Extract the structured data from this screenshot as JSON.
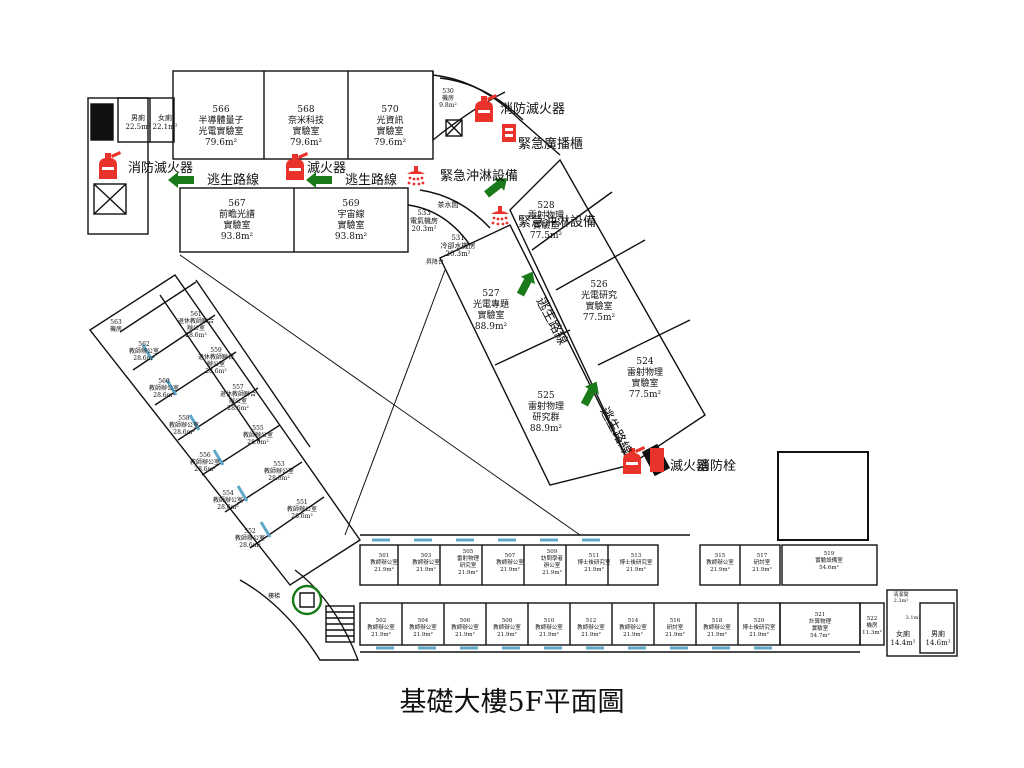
{
  "title": "基礎大樓5F平面圖",
  "colors": {
    "walls": "#111111",
    "safety_red": "#e8322a",
    "arrow_green": "#1a7a1a",
    "window_blue": "#5fa8c8"
  },
  "legend_labels": {
    "extinguisher_1": "消防滅火器",
    "fire_cabinet": "緊急廣播櫃",
    "extinguisher_2": "消防滅火器",
    "escape_1": "逃生路線",
    "extinguisher_3": "滅火器",
    "escape_2": "逃生路線",
    "shower_1": "緊急沖淋設備",
    "shower_2": "緊急沖淋設備",
    "escape_3": "逃生路線",
    "escape_4": "逃生路線",
    "hydrant": "消防栓",
    "extinguisher_4": "滅火器"
  },
  "misc_labels": {
    "water_room": "茶水間",
    "lift": "昇降台",
    "stairs": "樓梯"
  },
  "rooms": {
    "r566": [
      "566",
      "半導體量子",
      "光電實驗室",
      "79.6m²"
    ],
    "r568": [
      "568",
      "奈米科技",
      "實驗室",
      "79.6m²"
    ],
    "r570": [
      "570",
      "光資訊",
      "實驗室",
      "79.6m²"
    ],
    "r530": [
      "530",
      "機房",
      "9.8m²"
    ],
    "r567": [
      "567",
      "前瞻光譜",
      "實驗室",
      "93.8m²"
    ],
    "r569": [
      "569",
      "宇宙線",
      "實驗室",
      "93.8m²"
    ],
    "r533": [
      "533",
      "電氣機房",
      "20.3m²"
    ],
    "r531": [
      "531",
      "冷卻水機房",
      "20.3m²"
    ],
    "r528": [
      "528",
      "雷射物理",
      "實驗室",
      "77.5m²"
    ],
    "r527": [
      "527",
      "光電專題",
      "實驗室",
      "88.9m²"
    ],
    "r526": [
      "526",
      "光電研究",
      "實驗室",
      "77.5m²"
    ],
    "r525": [
      "525",
      "雷射物理",
      "研究群",
      "88.9m²"
    ],
    "r524": [
      "524",
      "雷射物理",
      "實驗室",
      "77.5m²"
    ],
    "men_wc": [
      "男廁",
      "22.5m²"
    ],
    "women_wc": [
      "女廁",
      "22.1m²"
    ],
    "r563": [
      "563",
      "機房"
    ],
    "r561": [
      "561",
      "退休教師聯合",
      "辦公室",
      "28.6m²"
    ],
    "r562": [
      "562",
      "教師辦公室",
      "28.6m²"
    ],
    "r559": [
      "559",
      "退休教師聯合",
      "辦公室",
      "28.6m²"
    ],
    "r560": [
      "560",
      "教師辦公室",
      "28.6m²"
    ],
    "r557": [
      "557",
      "退休教師聯合",
      "辦公室",
      "28.6m²"
    ],
    "r558": [
      "558",
      "教師辦公室",
      "28.6m²"
    ],
    "r555": [
      "555",
      "教師辦公室",
      "28.6m²"
    ],
    "r556": [
      "556",
      "教師辦公室",
      "28.6m²"
    ],
    "r553": [
      "553",
      "教師辦公室",
      "28.6m²"
    ],
    "r554": [
      "554",
      "教師辦公室",
      "28.6m²"
    ],
    "r551": [
      "551",
      "教師辦公室",
      "28.6m²"
    ],
    "r552": [
      "552",
      "教師辦公室",
      "28.6m²"
    ],
    "r501": [
      "501",
      "教師辦公室",
      "21.9m²"
    ],
    "r503": [
      "503",
      "教師辦公室",
      "21.9m²"
    ],
    "r505": [
      "505",
      "雷射物理",
      "研究室",
      "21.9m²"
    ],
    "r507": [
      "507",
      "教師辦公室",
      "21.9m²"
    ],
    "r509": [
      "509",
      "訪問學者",
      "辦公室",
      "21.9m²"
    ],
    "r511": [
      "511",
      "博士後研究室",
      "21.9m²"
    ],
    "r513": [
      "513",
      "博士後研究室",
      "21.9m²"
    ],
    "r515": [
      "515",
      "教師辦公室",
      "21.9m²"
    ],
    "r517": [
      "517",
      "研討室",
      "21.9m²"
    ],
    "r519": [
      "519",
      "實驗設備室",
      "54.6m²"
    ],
    "r502": [
      "502",
      "教師辦公室",
      "21.9m²"
    ],
    "r504": [
      "504",
      "教師辦公室",
      "21.9m²"
    ],
    "r506": [
      "506",
      "教師辦公室",
      "21.9m²"
    ],
    "r508": [
      "508",
      "教師辦公室",
      "21.9m²"
    ],
    "r510": [
      "510",
      "教師辦公室",
      "21.9m²"
    ],
    "r512": [
      "512",
      "教師辦公室",
      "21.9m²"
    ],
    "r514": [
      "514",
      "教師辦公室",
      "21.9m²"
    ],
    "r516": [
      "516",
      "研討室",
      "21.9m²"
    ],
    "r518": [
      "518",
      "教師辦公室",
      "21.9m²"
    ],
    "r520": [
      "520",
      "博士後研究室",
      "21.9m²"
    ],
    "r521": [
      "521",
      "計算物理",
      "實驗室",
      "54.7m²"
    ],
    "r522": [
      "522",
      "機房",
      "11.3m²"
    ],
    "r_small1": [
      "清潔間",
      "2.3m²"
    ],
    "r_small2": [
      "3.1m²"
    ],
    "women_wc2": [
      "女廁",
      "14.4m²"
    ],
    "men_wc2": [
      "男廁",
      "14.6m²"
    ]
  }
}
